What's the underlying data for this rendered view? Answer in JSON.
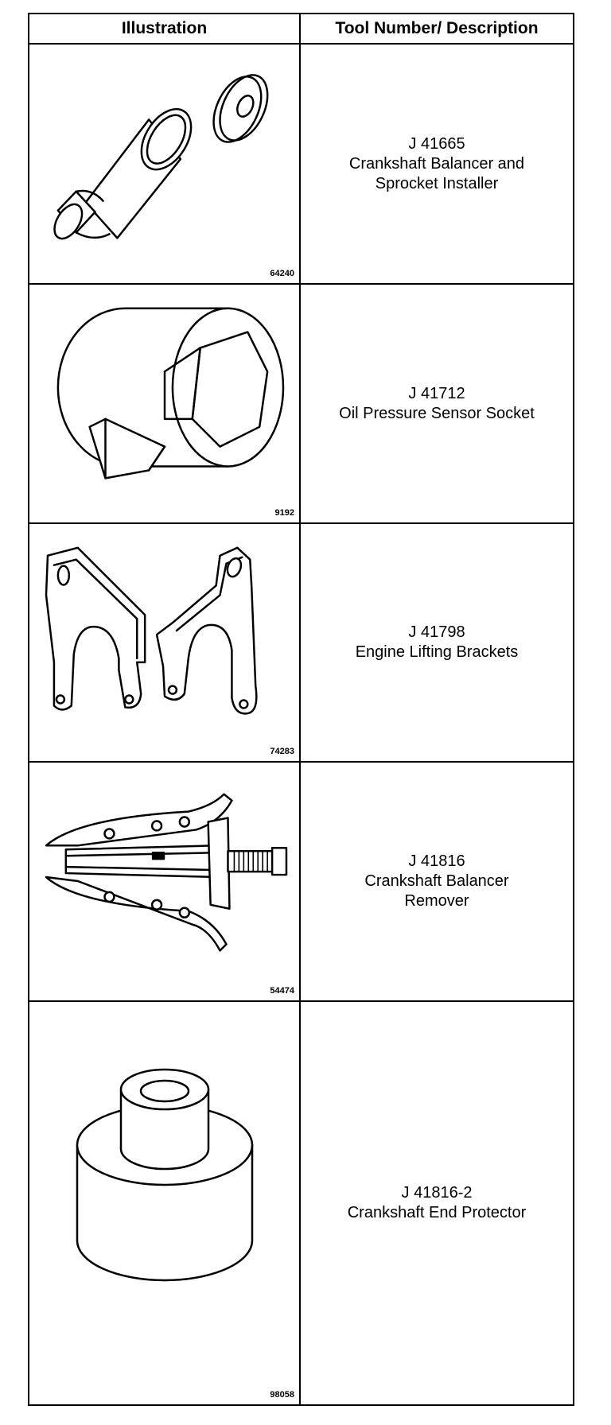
{
  "table": {
    "headers": {
      "illustration": "Illustration",
      "tool": "Tool Number/ Description"
    },
    "rows": [
      {
        "figure_number": "64240",
        "tool_number": "J 41665",
        "description": "Crankshaft Balancer and\nSprocket Installer",
        "icon": "balancer-installer-illustration"
      },
      {
        "figure_number": "9192",
        "tool_number": "J 41712",
        "description": "Oil Pressure Sensor Socket",
        "icon": "sensor-socket-illustration"
      },
      {
        "figure_number": "74283",
        "tool_number": "J 41798",
        "description": "Engine Lifting Brackets",
        "icon": "lifting-brackets-illustration"
      },
      {
        "figure_number": "54474",
        "tool_number": "J 41816",
        "description": "Crankshaft Balancer\nRemover",
        "icon": "balancer-remover-illustration"
      },
      {
        "figure_number": "98058",
        "tool_number": "J 41816-2",
        "description": "Crankshaft End Protector",
        "icon": "end-protector-illustration"
      }
    ]
  }
}
